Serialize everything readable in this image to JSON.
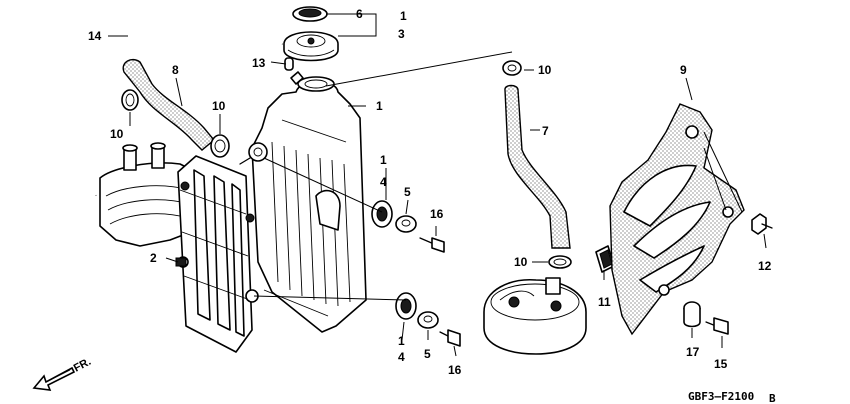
{
  "callouts": {
    "c6": "6",
    "c1_top": "1",
    "c3": "3",
    "c14": "14",
    "c13": "13",
    "c8": "8",
    "c10_right_top": "10",
    "c1_rad": "1",
    "c9": "9",
    "c10_left": "10",
    "c10_mid": "10",
    "c7": "7",
    "c1_mid": "1",
    "c4_mid": "4",
    "c5_mid": "5",
    "c16_mid": "16",
    "c2": "2",
    "c10_lower": "10",
    "c11": "11",
    "c12": "12",
    "c1_low": "1",
    "c4_low": "4",
    "c5_low": "5",
    "c16_low": "16",
    "c17": "17",
    "c15": "15"
  },
  "direction_label": "FR.",
  "diagram_code": "GBF3–F2100",
  "diagram_code_suffix": "B"
}
